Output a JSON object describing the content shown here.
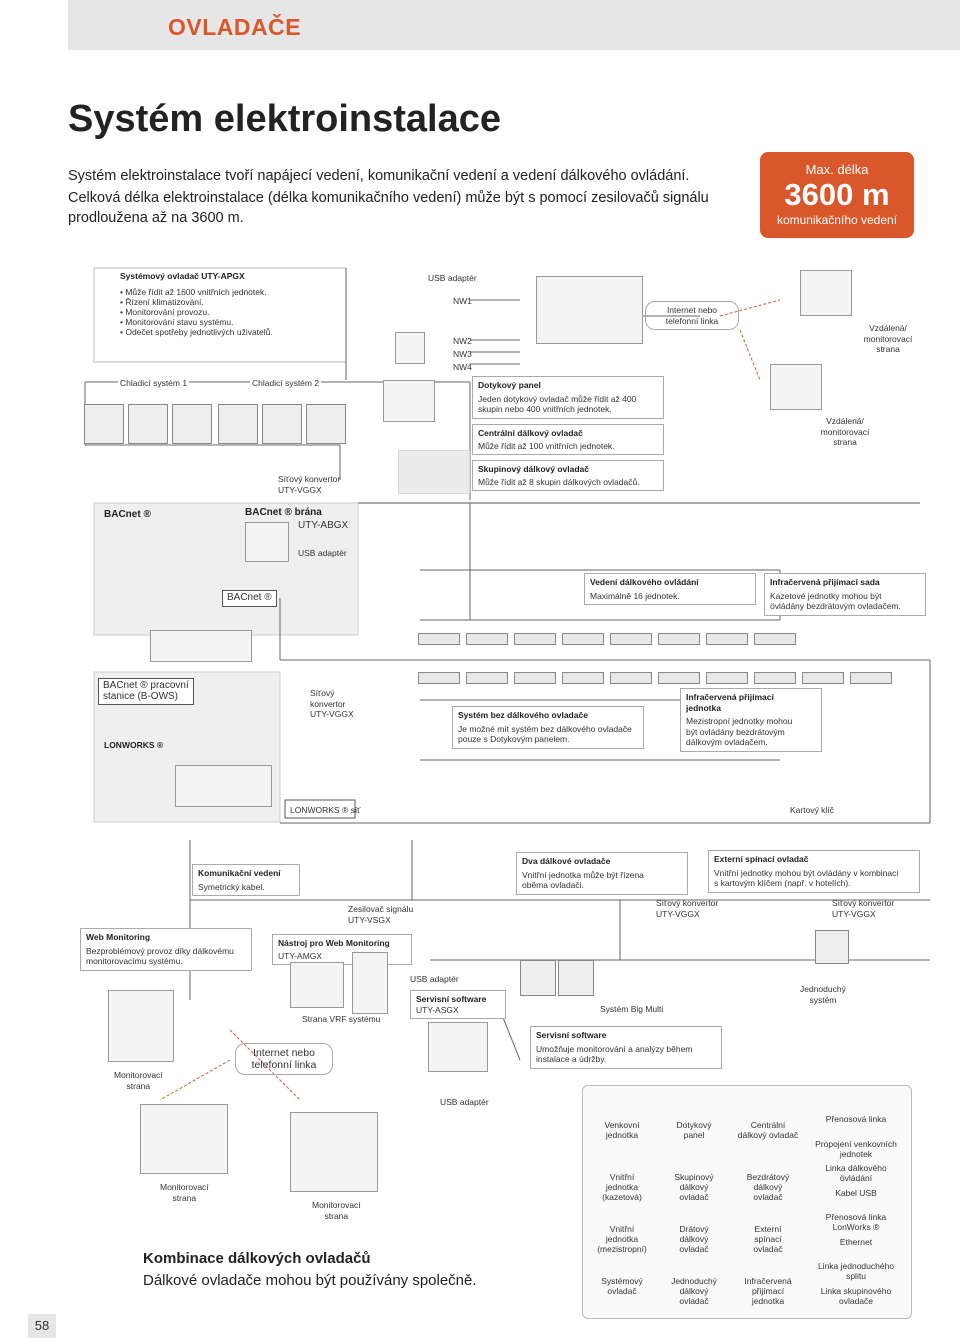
{
  "header": {
    "section": "OVLADAČE",
    "title": "Systém elektroinstalace"
  },
  "intro": {
    "line1": "Systém elektroinstalace tvoří napájecí vedení, komunikační vedení a vedení dálkového ovládání.",
    "line2": "Celková délka elektroinstalace (délka komunikačního vedení) může být s pomocí zesilovačů signálu",
    "line3": "prodloužena až na 3600 m."
  },
  "maxlength": {
    "label": "Max. délka",
    "value": "3600 m",
    "sub": "komunikačního vedení"
  },
  "apgx": {
    "title": "Systémový ovladač UTY-APGX",
    "items": [
      "• Může řídit až 1600 vnitřních jednotek.",
      "• Řízení klimatizování.",
      "• Monitorování provozu.",
      "• Monitorování stavu systému.",
      "• Odečet spotřeby jednotlivých uživatelů."
    ]
  },
  "labels": {
    "usb1": "USB adaptér",
    "nw1": "NW1",
    "nw2": "NW2",
    "nw3": "NW3",
    "nw4": "NW4",
    "internet1": "Internet nebo\ntelefonní linka",
    "remote1": "Vzdálená/\nmonitorovací\nstrana",
    "remote2": "Vzdálená/\nmonitorovací\nstrana",
    "cool1": "Chladicí systém 1",
    "cool2": "Chladicí systém 2",
    "vggx1a": "Síťový konvertor",
    "vggx1b": "UTY-VGGX",
    "touch_t": "Dotykový panel",
    "touch_d": "Jeden dotykový ovladač může řídit až 400\nskupin nebo 400 vnitřních jednotek.",
    "central_t": "Centrální dálkový ovladač",
    "central_d": "Může řídit až 100 vnitřních jednotek.",
    "group_t": "Skupinový dálkový ovladač",
    "group_d": "Může řídit až 8 skupin dálkových ovladačů.",
    "bacnet": "BACnet ®",
    "bacnet_gw": "BACnet ® brána",
    "abgx": "UTY-ABGX",
    "usb2": "USB adaptér",
    "bacnet2": "BACnet ®",
    "remote_line_t": "Vedení dálkového ovládání",
    "remote_line_d": "Maximálně 16 jednotek.",
    "ir_t": "Infračervená přijímací sada",
    "ir_d": "Kazetové jednotky mohou být\növládány bezdrátovým ovladačem.",
    "ows": "BACnet ® pracovní\nstanice (B-OWS)",
    "lonworks": "LONWORKS ®",
    "vggx2": "Síťový\nkonvertor\nUTY-VGGX",
    "noremote_t": "Systém bez dálkového ovladače",
    "noremote_d": "Je možné mít systém bez dálkového ovladače\npouze s Dotykovým panelem.",
    "irrec_t": "Infračervená přijímací\njednotka",
    "irrec_d": "Mezistropní jednotky mohou\nbýt ovládány bezdrátovým\ndálkovým ovladačem.",
    "lonnet": "LONWORKS ® síť",
    "card": "Kartový klíč",
    "comm_t": "Komunikační vedení",
    "comm_d": "Symetrický kabel.",
    "two_t": "Dva dálkové ovladače",
    "two_d": "Vnitřní jednotka může být řízena\noběma ovladači.",
    "ext_t": "Externí spínací ovladač",
    "ext_d": "Vnitřní jednotky mohou být ovládány v kombinaci\ns kartovým klíčem (např. v hotelích).",
    "vsgx": "Zesilovač signálu\nUTY-VSGX",
    "vggx3": "Síťový konvertor\nUTY-VGGX",
    "vggx4": "Síťový konvertor\nUTY-VGGX",
    "web_t": "Web Monitoring",
    "web_d": "Bezproblémový provoz díky dálkovému\nmonitorovacímu systému.",
    "amgx_t": "Nástroj pro Web Monitoring",
    "amgx_d": "UTY-AMGX",
    "usb3": "USB adaptér",
    "asgx_t": "Servisní software",
    "asgx_d": "UTY-ASGX",
    "bigmulti": "Systém Big Multi",
    "single": "Jednoduchý\nsystém",
    "vrf": "Strana VRF systému",
    "monitor1": "Monitorovací\nstrana",
    "internet2": "Internet nebo\ntelefonní linka",
    "service_t": "Servisní software",
    "service_d": "Umožňuje monitorování a analýzy během\ninstalace a údržby.",
    "usb4": "USB adaptér",
    "monitor2": "Monitorovací\nstrana",
    "monitor3": "Monitorovací\nstrana"
  },
  "legend": {
    "c1": [
      "Venkovní\njednotka",
      "Vnitřní\njednotka\n(kazetová)",
      "Vnitřní\njednotka\n(mezistropní)",
      "Systémový\novladač"
    ],
    "c2": [
      "Dotykový\npanel",
      "Skupinový\ndálkový\novladač",
      "Drátový\ndálkový\novladač",
      "Jednoduchý\ndálkový\novladač"
    ],
    "c3": [
      "Centrální\ndálkový ovladač",
      "Bezdrátový\ndálkový\novladač",
      "Externí\nspínací\novladač",
      "Infračervená\npřijímací\njednotka"
    ],
    "c4": [
      "Přenosová linka",
      "Propojení venkovních\njednotek",
      "Linka dálkového\növládání",
      "Kabel USB",
      "Přenosová linka\nLonWorks ®",
      "Ethernet",
      "Linka jednoduchého\nsplitu",
      "Linka skupinového\novladače"
    ]
  },
  "combo": {
    "title": "Kombinace dálkových ovladačů",
    "subtitle": "Dálkové ovladače mohou být používány společně."
  },
  "page_number": "58"
}
